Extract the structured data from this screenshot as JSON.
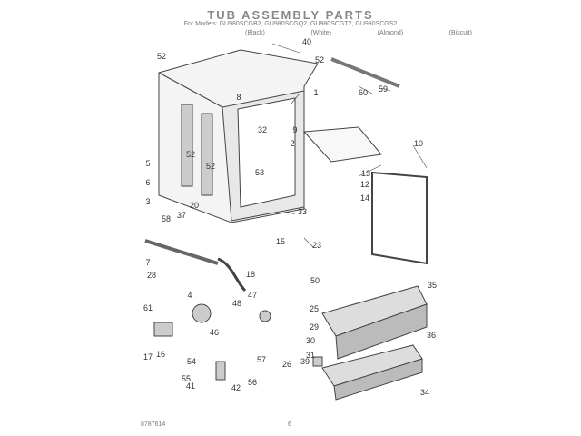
{
  "header": {
    "title": "TUB ASSEMBLY PARTS",
    "models": "For Models: GU980SCGB2, GU980SCGQ2, GU980SCGT2, GU980SCGS2",
    "colors": [
      "(Black)",
      "(White)",
      "(Almond)",
      "(Biscuit)"
    ]
  },
  "callouts": [
    "52",
    "40",
    "52",
    "8",
    "1",
    "60",
    "59",
    "32",
    "9",
    "2",
    "52",
    "52",
    "10",
    "5",
    "13",
    "53",
    "12",
    "14",
    "6",
    "58",
    "20",
    "37",
    "3",
    "33",
    "15",
    "23",
    "7",
    "18",
    "28",
    "50",
    "4",
    "47",
    "48",
    "25",
    "61",
    "35",
    "46",
    "29",
    "30",
    "31",
    "36",
    "17",
    "16",
    "54",
    "26",
    "39",
    "55",
    "41",
    "57",
    "56",
    "42",
    "34"
  ],
  "footer": {
    "doc_number": "8787614",
    "page": "6"
  }
}
